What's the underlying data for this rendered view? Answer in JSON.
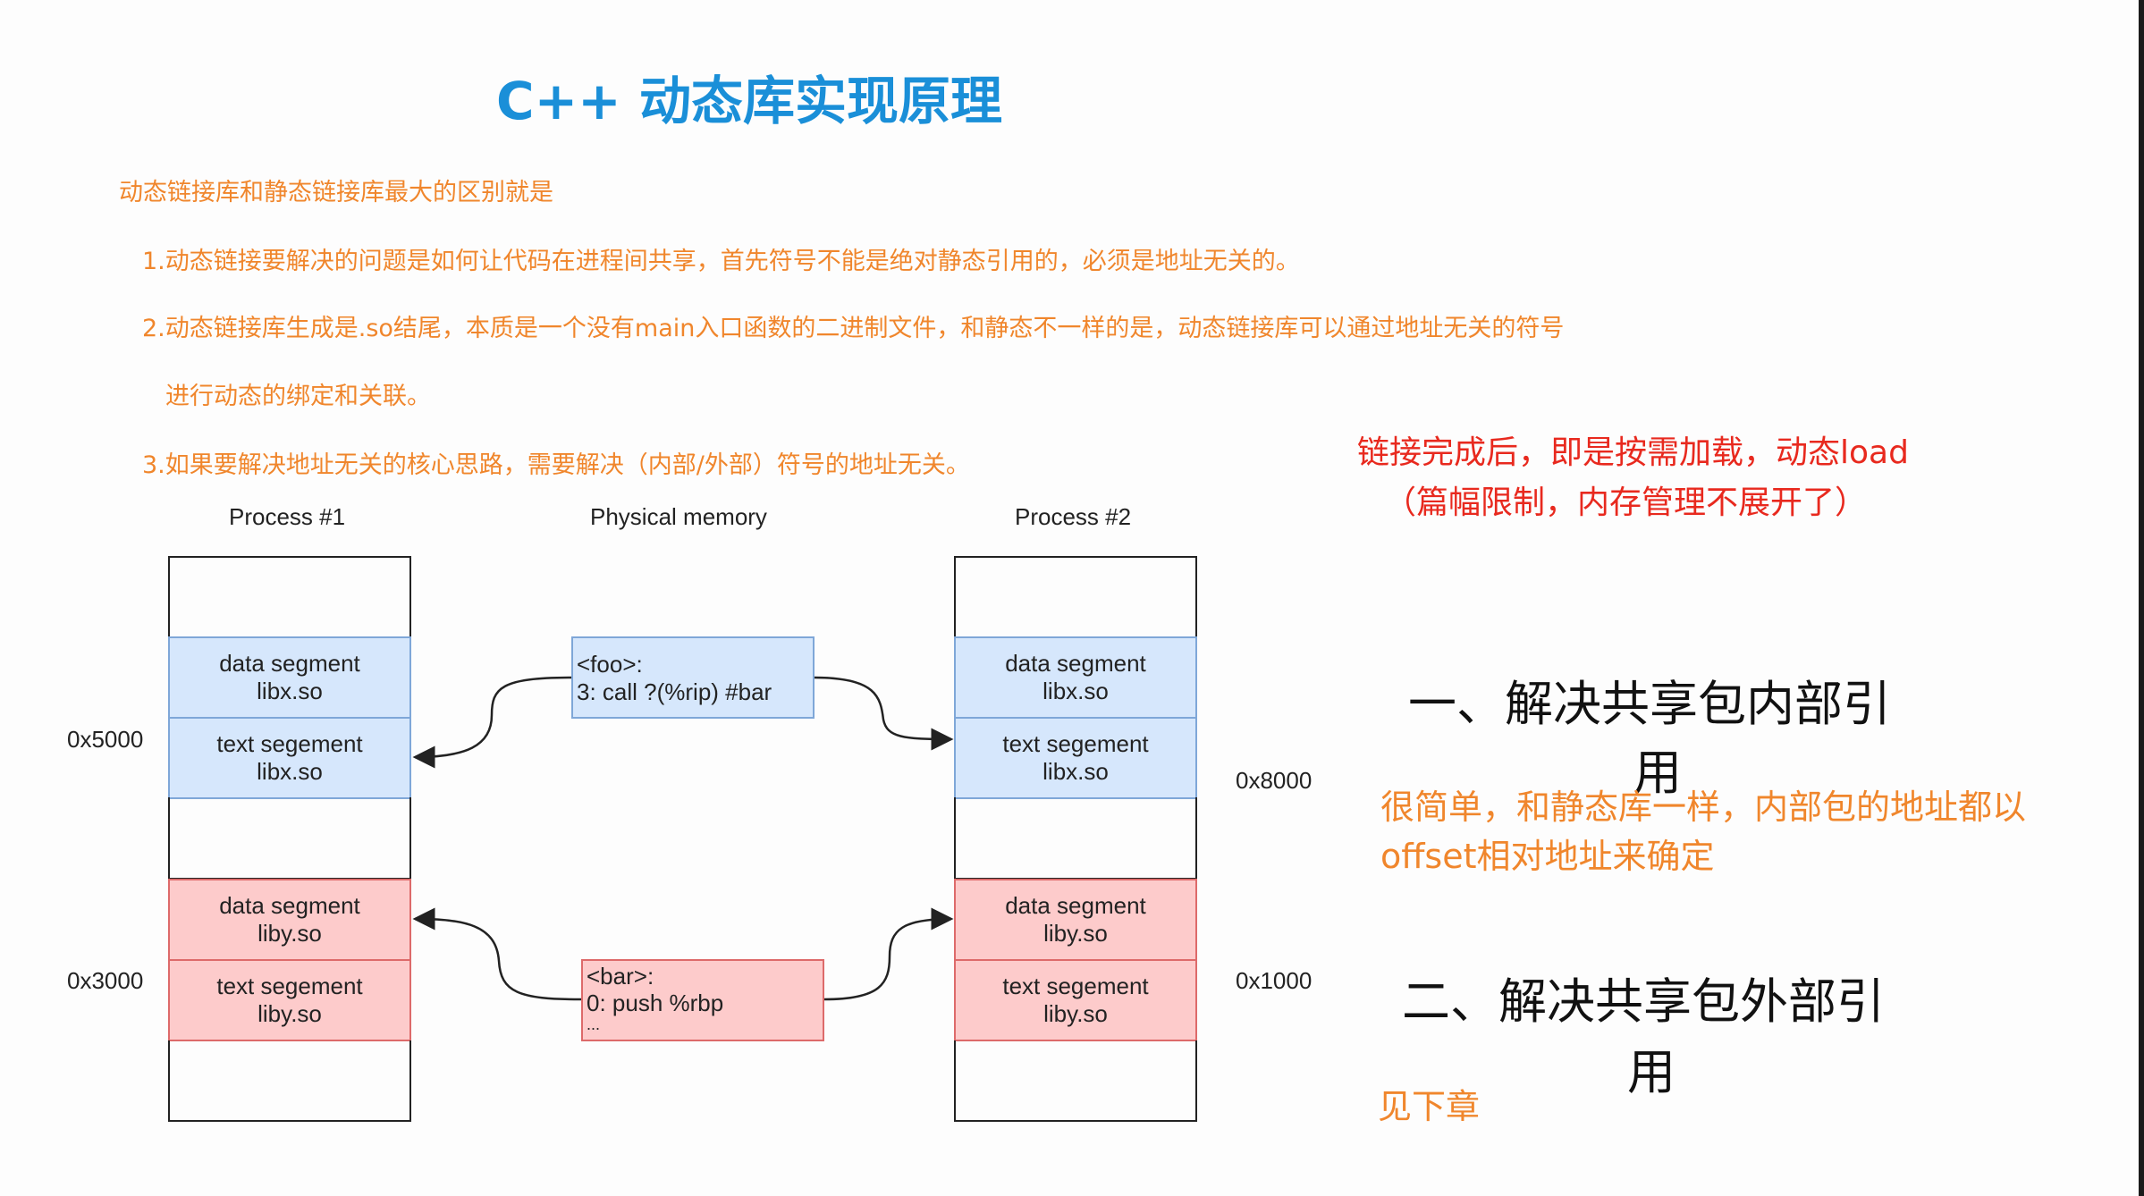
{
  "title": "C++ 动态库实现原理",
  "intro": {
    "lead": "动态链接库和静态链接库最大的区别就是",
    "p1": "1.动态链接要解决的问题是如何让代码在进程间共享，首先符号不能是绝对静态引用的，必须是地址无关的。",
    "p2a": "2.动态链接库生成是.so结尾，本质是一个没有main入口函数的二进制文件，和静态不一样的是，动态链接库可以通过地址无关的符号",
    "p2b": "进行动态的绑定和关联。",
    "p3": "3.如果要解决地址无关的核心思路，需要解决（内部/外部）符号的地址无关。"
  },
  "note": {
    "line1": "链接完成后，即是按需加载，动态load",
    "line2": "（篇幅限制，内存管理不展开了）"
  },
  "section1": {
    "heading": "一、解决共享包内部引",
    "heading_wrap": "用",
    "body1": "很简单，和静态库一样，内部包的地址都以",
    "body2": "offset相对地址来确定"
  },
  "section2": {
    "heading": "二、解决共享包外部引",
    "heading_wrap": "用",
    "body": "见下章"
  },
  "diagram": {
    "process1": "Process #1",
    "physical": "Physical memory",
    "process2": "Process #2",
    "libx_data": [
      "data segment",
      "libx.so"
    ],
    "libx_text": [
      "text segement",
      "libx.so"
    ],
    "liby_data": [
      "data segment",
      "liby.so"
    ],
    "liby_text": [
      "text segement",
      "liby.so"
    ],
    "foo": [
      "<foo>:",
      "3: call ?(%rip)  #bar"
    ],
    "bar": [
      "<bar>:",
      "0: push %rbp",
      "..."
    ],
    "addr": {
      "p1_libx": "0x5000",
      "p1_liby": "0x3000",
      "p2_libx": "0x8000",
      "p2_liby": "0x1000"
    }
  }
}
